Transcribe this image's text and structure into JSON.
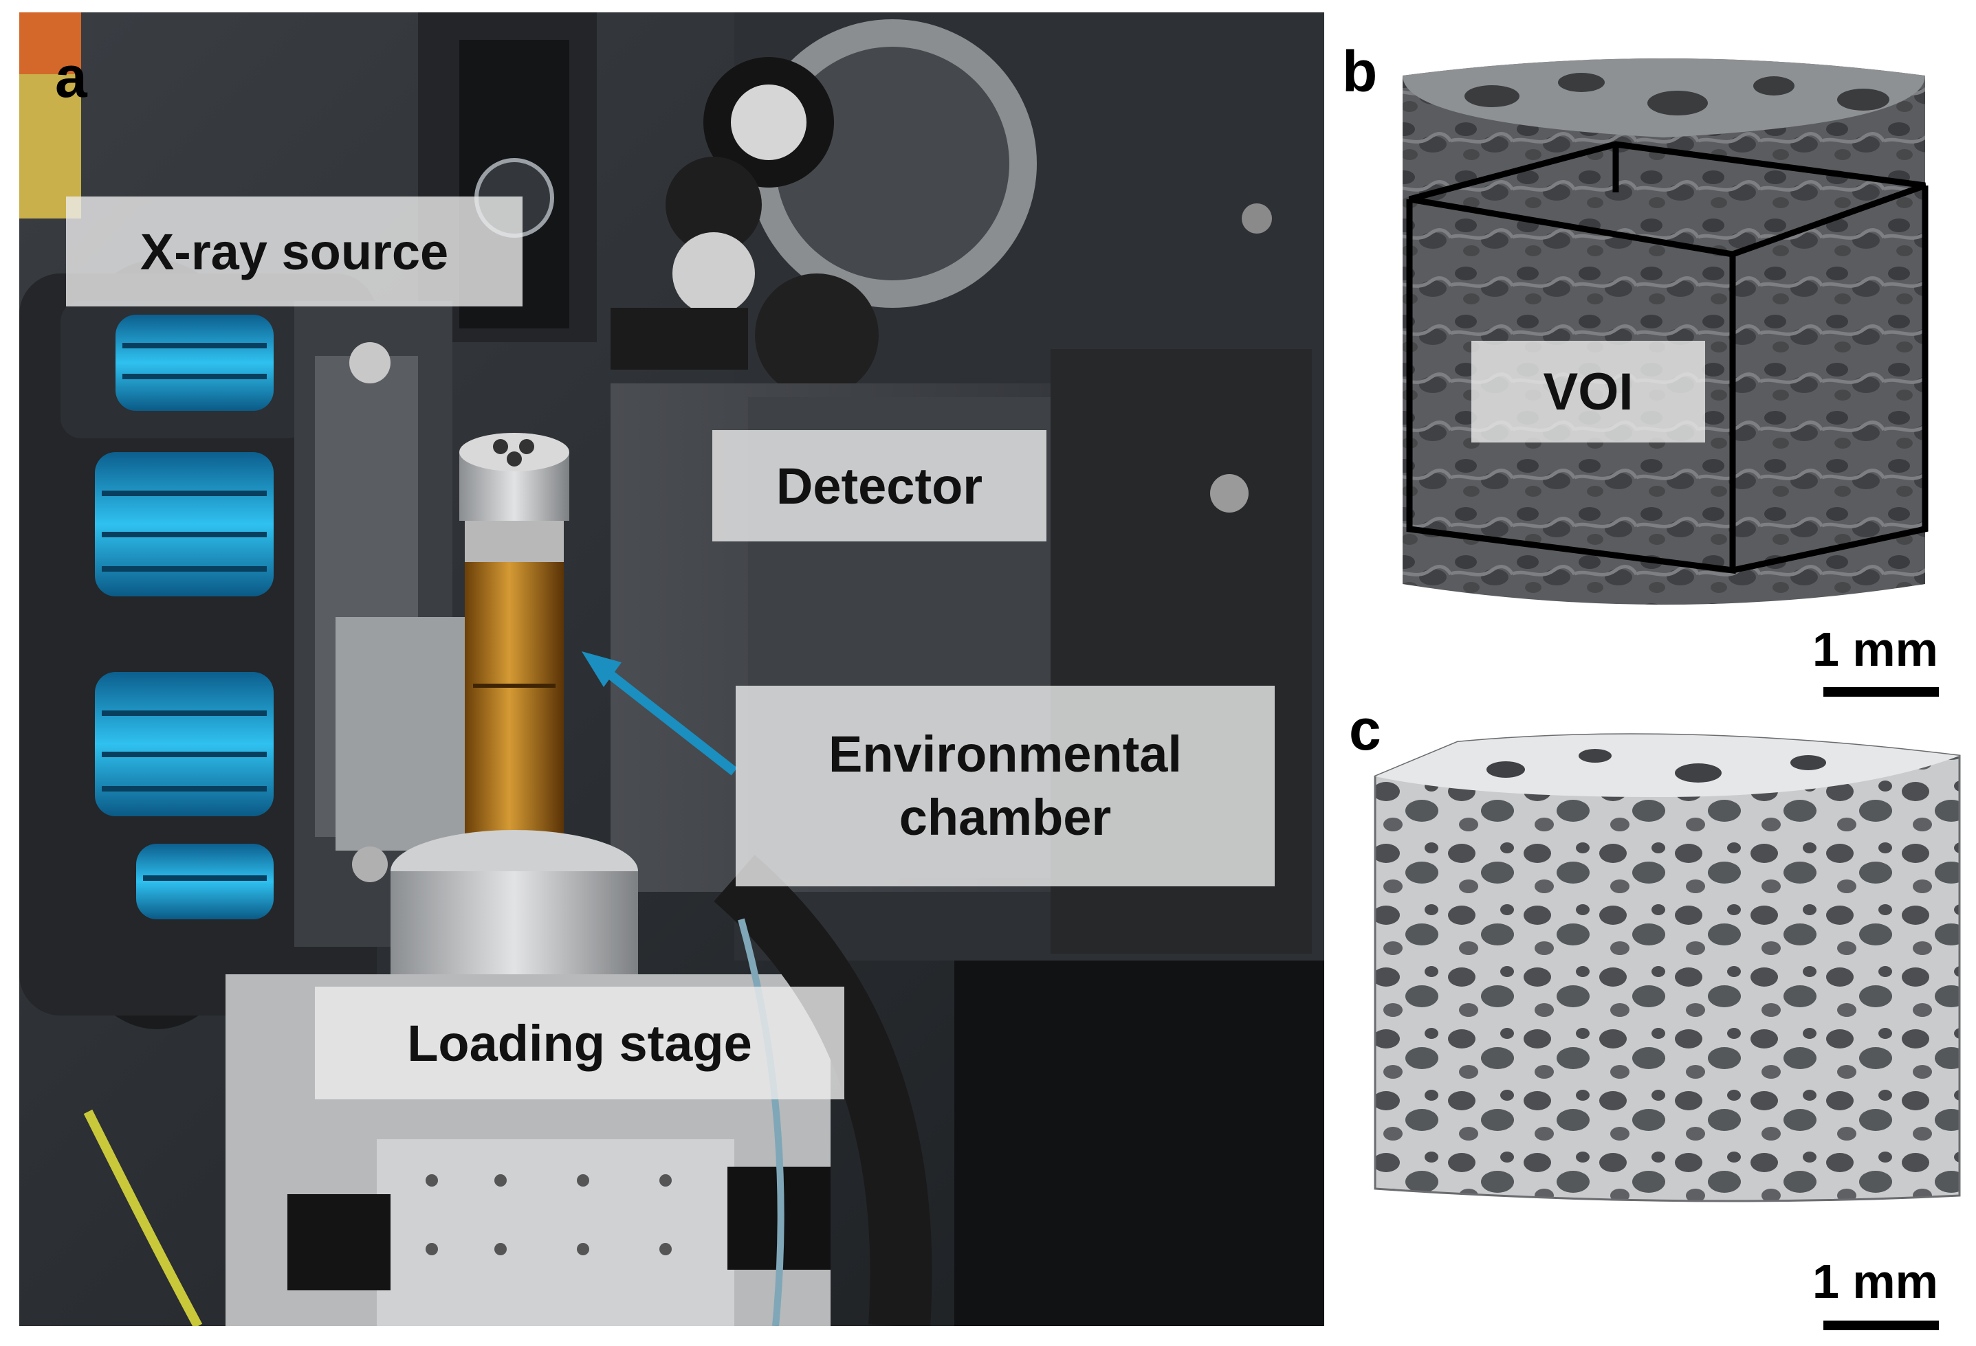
{
  "panels": {
    "a": {
      "letter": "a",
      "labels": {
        "xray_source": "X-ray source",
        "detector": "Detector",
        "environmental_chamber": "Environmental\nchamber",
        "loading_stage": "Loading stage"
      },
      "colors": {
        "fin_blue": "#1aa6dc",
        "arrow": "#1a8fc0",
        "chamber_amber": "#b57a1c"
      }
    },
    "b": {
      "letter": "b",
      "voi_label": "VOI",
      "scale_bar": "1 mm"
    },
    "c": {
      "letter": "c",
      "scale_bar": "1 mm"
    }
  }
}
